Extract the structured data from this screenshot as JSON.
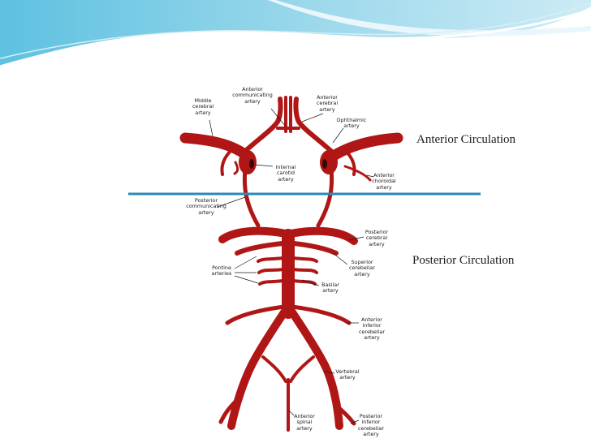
{
  "slide": {
    "regions": {
      "anterior": "Anterior Circulation",
      "posterior": "Posterior Circulation"
    },
    "arteries": {
      "anterior_communicating": "Anterior\ncommunicating\nartery",
      "middle_cerebral": "Middle\ncerebral\nartery",
      "anterior_cerebral": "Anterior\ncerebral\nartery",
      "ophthalmic": "Ophthalmic\nartery",
      "internal_carotid": "Internal\ncarotid\nartery",
      "anterior_choroidal": "Anterior\nchoroidal\nartery",
      "posterior_communicating": "Posterior\ncommunicating\nartery",
      "posterior_cerebral": "Posterior\ncerebral\nartery",
      "pontine": "Pontine\narteries",
      "superior_cerebellar": "Superior\ncerebellar\nartery",
      "basilar": "Basilar\nartery",
      "anterior_inferior_cerebellar": "Anterior\ninferior\ncerebellar\nartery",
      "vertebral": "Vertebral\nartery",
      "anterior_spinal": "Anterior\nspinal\nartery",
      "posterior_inferior_cerebellar": "Posterior\ninferior\ncerebellar\nartery"
    }
  },
  "colors": {
    "artery": "#b01616",
    "divider": "#2a8ab8",
    "header_wave": "#9fd6e8"
  }
}
